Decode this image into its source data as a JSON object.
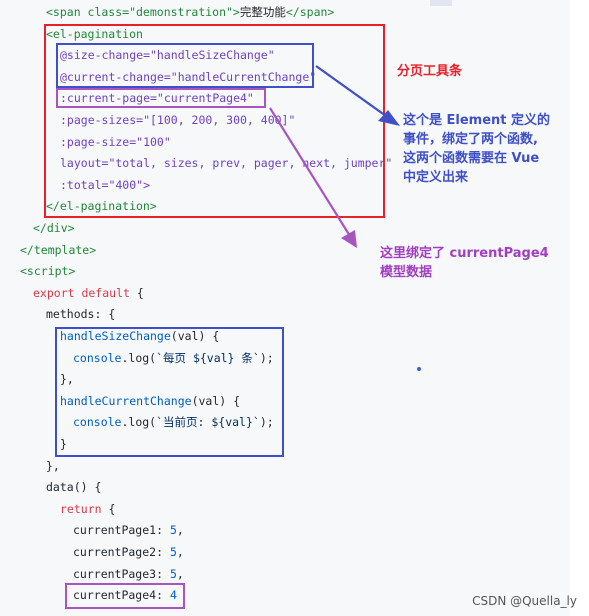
{
  "code_lines": [
    {
      "indent": 46,
      "parts": [
        {
          "t": "<span class=\"demonstration\">",
          "c": "tag"
        },
        {
          "t": "完整功能",
          "c": "cn"
        },
        {
          "t": "</span>",
          "c": "tag"
        }
      ]
    },
    {
      "indent": 46,
      "parts": [
        {
          "t": "<el-pagination",
          "c": "tag"
        }
      ]
    },
    {
      "indent": 60,
      "parts": [
        {
          "t": "@size-change=\"handleSizeChange\"",
          "c": "attr"
        }
      ]
    },
    {
      "indent": 60,
      "parts": [
        {
          "t": "@current-change=\"handleCurrentChange\"",
          "c": "attr"
        }
      ]
    },
    {
      "indent": 60,
      "parts": [
        {
          "t": ":current-page=\"currentPage4\"",
          "c": "attr"
        }
      ]
    },
    {
      "indent": 60,
      "parts": [
        {
          "t": ":page-sizes=\"[100, 200, 300, 400]\"",
          "c": "attr"
        }
      ]
    },
    {
      "indent": 60,
      "parts": [
        {
          "t": ":page-size=\"100\"",
          "c": "attr"
        }
      ]
    },
    {
      "indent": 60,
      "parts": [
        {
          "t": "layout=\"total, sizes, prev, pager, next, jumper\"",
          "c": "attr"
        }
      ]
    },
    {
      "indent": 60,
      "parts": [
        {
          "t": ":total=\"400\">",
          "c": "attr"
        }
      ]
    },
    {
      "indent": 46,
      "parts": [
        {
          "t": "</el-pagination>",
          "c": "tag"
        }
      ]
    },
    {
      "indent": 33,
      "parts": [
        {
          "t": "</div>",
          "c": "tag"
        }
      ]
    },
    {
      "indent": 20,
      "parts": [
        {
          "t": "</template>",
          "c": "tag"
        }
      ]
    },
    {
      "indent": 20,
      "parts": [
        {
          "t": "<script>",
          "c": "tag"
        }
      ]
    },
    {
      "indent": 33,
      "parts": [
        {
          "t": "export default ",
          "c": "kw"
        },
        {
          "t": "{",
          "c": ""
        }
      ]
    },
    {
      "indent": 46,
      "parts": [
        {
          "t": "methods: {",
          "c": ""
        }
      ]
    },
    {
      "indent": 60,
      "parts": [
        {
          "t": "handleSizeChange",
          "c": "fn"
        },
        {
          "t": "(val) {",
          "c": ""
        }
      ]
    },
    {
      "indent": 73,
      "parts": [
        {
          "t": "console",
          "c": "fn"
        },
        {
          "t": ".log(",
          "c": ""
        },
        {
          "t": "`每页 ${val} 条`",
          "c": "str"
        },
        {
          "t": ");",
          "c": ""
        }
      ]
    },
    {
      "indent": 60,
      "parts": [
        {
          "t": "},",
          "c": ""
        }
      ]
    },
    {
      "indent": 60,
      "parts": [
        {
          "t": "handleCurrentChange",
          "c": "fn"
        },
        {
          "t": "(val) {",
          "c": ""
        }
      ]
    },
    {
      "indent": 73,
      "parts": [
        {
          "t": "console",
          "c": "fn"
        },
        {
          "t": ".log(",
          "c": ""
        },
        {
          "t": "`当前页: ${val}`",
          "c": "str"
        },
        {
          "t": ");",
          "c": ""
        }
      ]
    },
    {
      "indent": 60,
      "parts": [
        {
          "t": "}",
          "c": ""
        }
      ]
    },
    {
      "indent": 46,
      "parts": [
        {
          "t": "},",
          "c": ""
        }
      ]
    },
    {
      "indent": 46,
      "parts": [
        {
          "t": "data() {",
          "c": ""
        }
      ]
    },
    {
      "indent": 60,
      "parts": [
        {
          "t": "return",
          "c": "kw"
        },
        {
          "t": " {",
          "c": ""
        }
      ]
    },
    {
      "indent": 73,
      "parts": [
        {
          "t": "currentPage1: ",
          "c": ""
        },
        {
          "t": "5",
          "c": "num"
        },
        {
          "t": ",",
          "c": ""
        }
      ]
    },
    {
      "indent": 73,
      "parts": [
        {
          "t": "currentPage2: ",
          "c": ""
        },
        {
          "t": "5",
          "c": "num"
        },
        {
          "t": ",",
          "c": ""
        }
      ]
    },
    {
      "indent": 73,
      "parts": [
        {
          "t": "currentPage3: ",
          "c": ""
        },
        {
          "t": "5",
          "c": "num"
        },
        {
          "t": ",",
          "c": ""
        }
      ]
    },
    {
      "indent": 73,
      "parts": [
        {
          "t": "currentPage4: ",
          "c": ""
        },
        {
          "t": "4",
          "c": "num"
        }
      ]
    }
  ],
  "annotations": {
    "pagination_label": "分页工具条",
    "events_note_lines": [
      "这个是 Element 定义的",
      "事件，绑定了两个函数,",
      "这两个函数需要在 Vue",
      "中定义出来"
    ],
    "currentpage_note_lines": [
      "这里绑定了 currentPage4",
      "模型数据"
    ]
  },
  "watermark": "CSDN @Quella_ly",
  "colors": {
    "red_box": "#e8202a",
    "blue_box": "#3f4fc8",
    "purple_box": "#a855c0",
    "red_text": "#e8202a",
    "blue_text": "#3f4fc8",
    "purple_text": "#a13ec2"
  }
}
